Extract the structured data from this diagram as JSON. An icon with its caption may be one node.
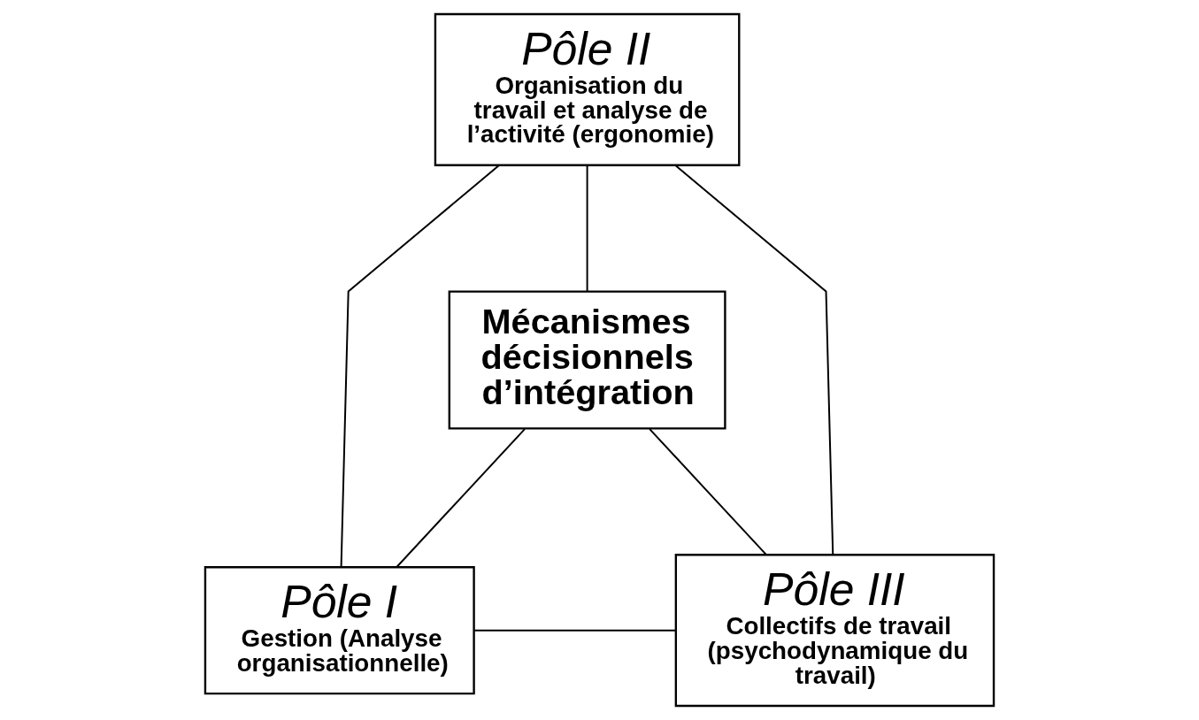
{
  "diagram": {
    "nodes": [
      {
        "text": [
          "Pôle II",
          "Organisation du travail et analyse de l’activité (ergonomie)"
        ]
      },
      {
        "text": [
          "Mécanismes décisionnels d’intégration"
        ]
      },
      {
        "text": [
          "Pôle I",
          "Gestion (Analyse organisationnelle)"
        ]
      },
      {
        "text": [
          "Pôle III",
          "Collectifs de travail (psychodynamique du travail)"
        ]
      }
    ],
    "edges": [
      {
        "from": 0,
        "to": 2,
        "arrow": "none"
      },
      {
        "from": 0,
        "to": 1,
        "arrow": "none"
      },
      {
        "from": 0,
        "to": 3,
        "arrow": "none"
      },
      {
        "from": 1,
        "to": 2,
        "arrow": "none"
      },
      {
        "from": 1,
        "to": 3,
        "arrow": "none"
      },
      {
        "from": 2,
        "to": 3,
        "arrow": "none"
      }
    ]
  }
}
